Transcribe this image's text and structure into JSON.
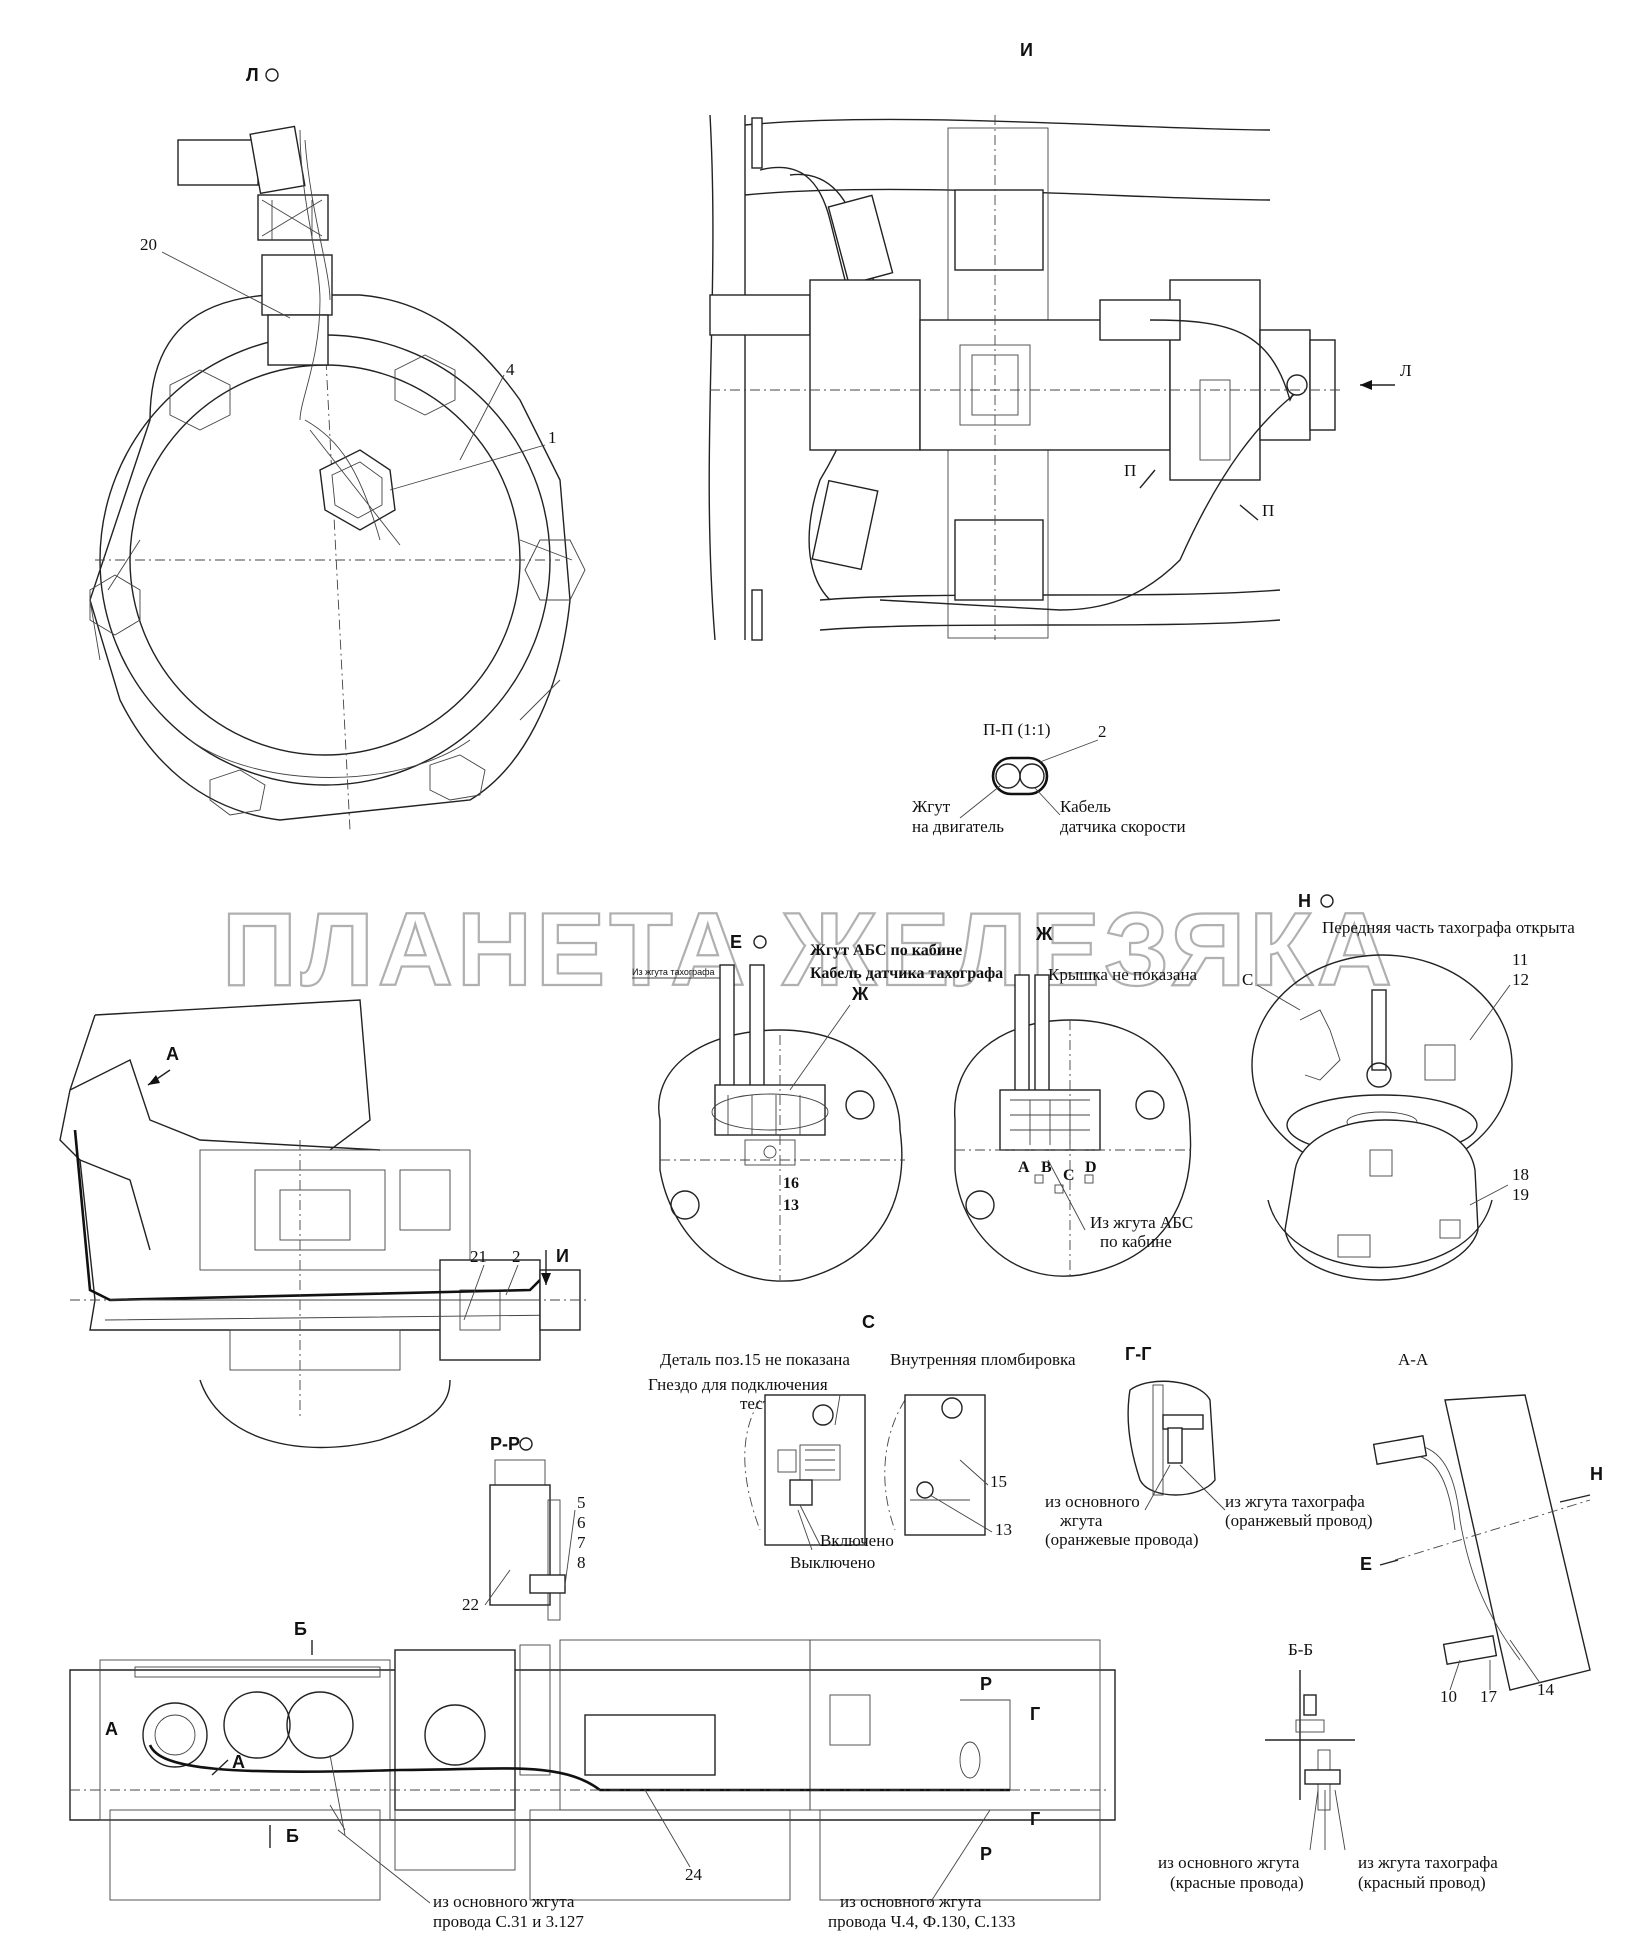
{
  "views": {
    "L": "Л",
    "I": "И",
    "PP": "П-П (1:1)",
    "E": "Е",
    "ZH": "Ж",
    "N": "Н",
    "C": "С",
    "GG": "Г-Г",
    "AA": "А-А",
    "RR": "Р-Р",
    "BB": "Б-Б"
  },
  "arrows": {
    "L": "Л",
    "P1": "П",
    "P2": "П",
    "A1": "А",
    "I": "И",
    "N": "Н",
    "E": "Е",
    "B": "Б",
    "B2": "Б",
    "A2": "А",
    "A3": "А",
    "R1": "Р",
    "R2": "Р",
    "G1": "Г",
    "G2": "Г"
  },
  "positions": [
    "20",
    "4",
    "1",
    "2",
    "11",
    "12",
    "16",
    "13",
    "18",
    "19",
    "21",
    "2",
    "5",
    "6",
    "7",
    "8",
    "22",
    "15",
    "13",
    "10",
    "17",
    "14",
    "24"
  ],
  "notes": {
    "harness_engine": "Жгут\nна двигатель",
    "speed_sensor_cable": "Кабель\nдатчика скорости",
    "abs_harness_cab": "Жгут АБС по кабине",
    "tacho_sensor_cable": "Кабель датчика тахографа",
    "from_tacho_harness_small": "Из жгута тахографа",
    "cover_not_shown": "Крышка не показана",
    "front_open": "Передняя часть тахографа открыта",
    "contacts": [
      "A",
      "B",
      "C",
      "D"
    ],
    "from_abs_cab": "Из жгута АБС\nпо кабине",
    "part15_not_shown": "Деталь поз.15 не показана",
    "tester_socket": "Гнездо для подключения\nтестера",
    "internal_seal": "Внутренняя пломбировка",
    "on": "Включено",
    "off": "Выключено",
    "gg_main": "из основного\nжгута\n(оранжевые провода)",
    "gg_tacho": "из жгута тахографа\n(оранжевый провод)",
    "bb_main": "из основного жгута\n(красные провода)",
    "bb_tacho": "из жгута тахографа\n(красный провод)",
    "dash_main1": "из основного жгута\nпровода С.31 и 3.127",
    "dash_main2": "из основного жгута\nпровода Ч.4, Ф.130, С.133",
    "c_label": "С"
  },
  "watermark": "ПЛАНЕТА ЖЕЛЕЗЯКА"
}
